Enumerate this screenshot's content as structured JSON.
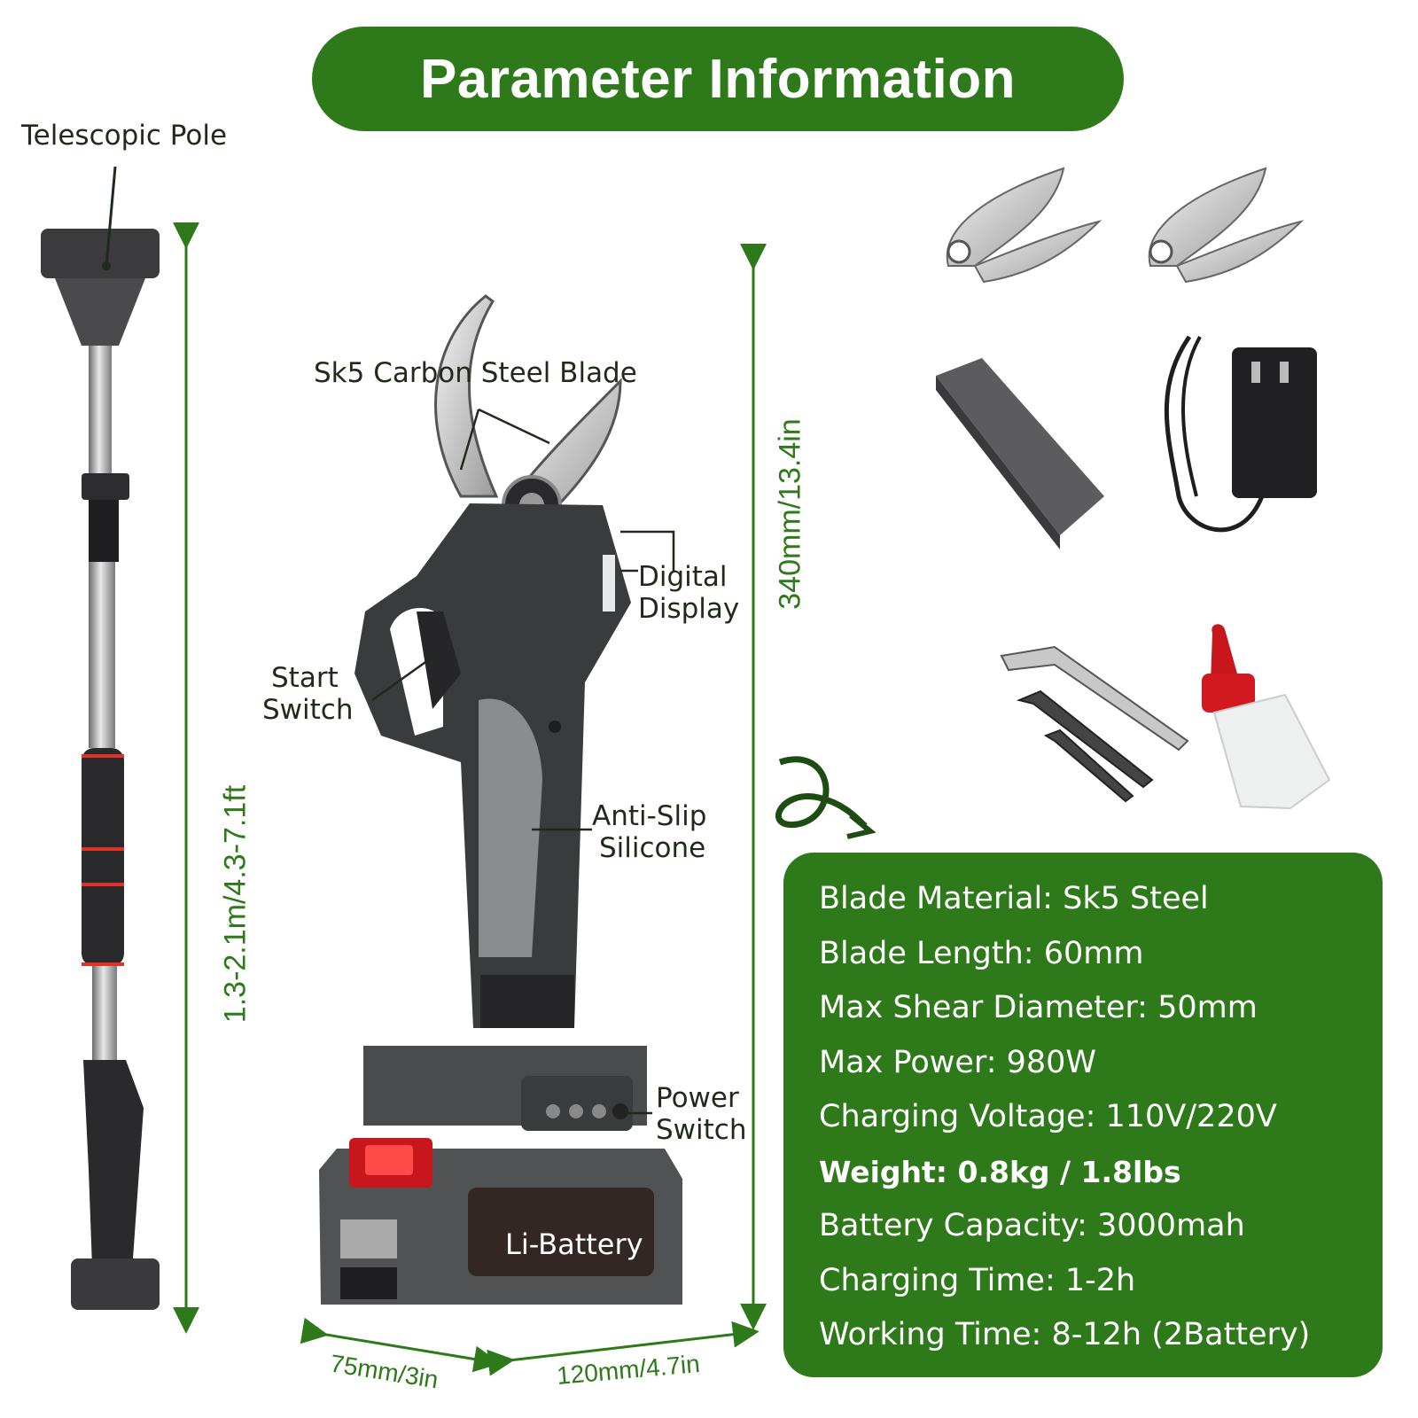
{
  "header": {
    "title": "Parameter Information"
  },
  "labels": {
    "telescopic_pole": "Telescopic Pole",
    "blade": "Sk5 Carbon Steel Blade",
    "display_line1": "Digital",
    "display_line2": "Display",
    "start_line1": "Start",
    "start_line2": "Switch",
    "silicone_line1": "Anti-Slip",
    "silicone_line2": "Silicone",
    "power_line1": "Power",
    "power_line2": "Switch",
    "battery": "Li-Battery"
  },
  "dimensions": {
    "pole_length": "1.3-2.1m/4.3-7.1ft",
    "tool_height": "340mm/13.4in",
    "battery_depth": "75mm/3in",
    "battery_width": "120mm/4.7in"
  },
  "specs": [
    "Blade Material: Sk5 Steel",
    "Blade Length: 60mm",
    "Max Shear Diameter: 50mm",
    "Max Power: 980W",
    "Charging Voltage: 110V/220V",
    "Weight: 0.8kg / 1.8lbs",
    "Battery Capacity: 3000mah",
    "Charging Time: 1-2h",
    "Working Time: 8-12h (2Battery)"
  ],
  "colors": {
    "accent_green": "#2e7a1a",
    "tool_gray": "#3a3b3d",
    "battery_red": "#c8161d"
  }
}
